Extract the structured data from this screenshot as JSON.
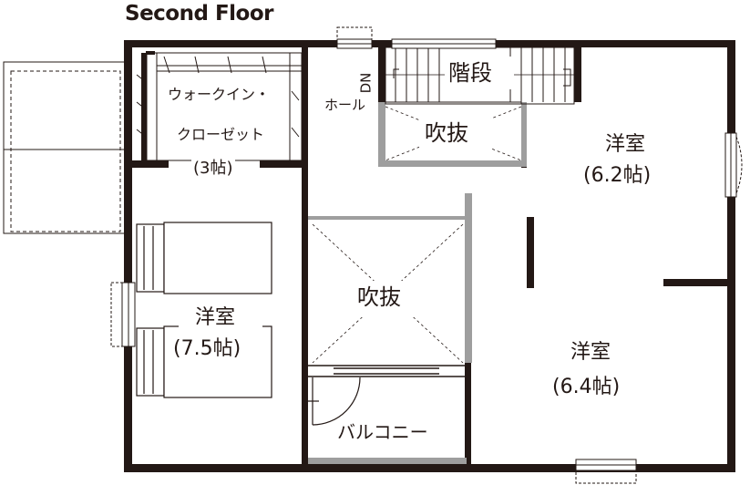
{
  "title": "Second Floor",
  "rooms": {
    "walk_in_closet": {
      "line1": "ウォークイン・",
      "line2": "クローゼット",
      "size": "(3帖)"
    },
    "stairs": {
      "name": "階段",
      "dn": "DN"
    },
    "hall": {
      "name": "ホール"
    },
    "void_upper": {
      "name": "吹抜"
    },
    "void_center": {
      "name": "吹抜"
    },
    "western_room_62": {
      "name": "洋室",
      "size": "(6.2帖)"
    },
    "western_room_75": {
      "name": "洋室",
      "size": "(7.5帖)"
    },
    "western_room_64": {
      "name": "洋室",
      "size": "(6.4帖)"
    },
    "balcony": {
      "name": "バルコニー"
    }
  },
  "colors": {
    "wall": "#231815",
    "partition": "#9e9e9e",
    "line": "#231815"
  }
}
